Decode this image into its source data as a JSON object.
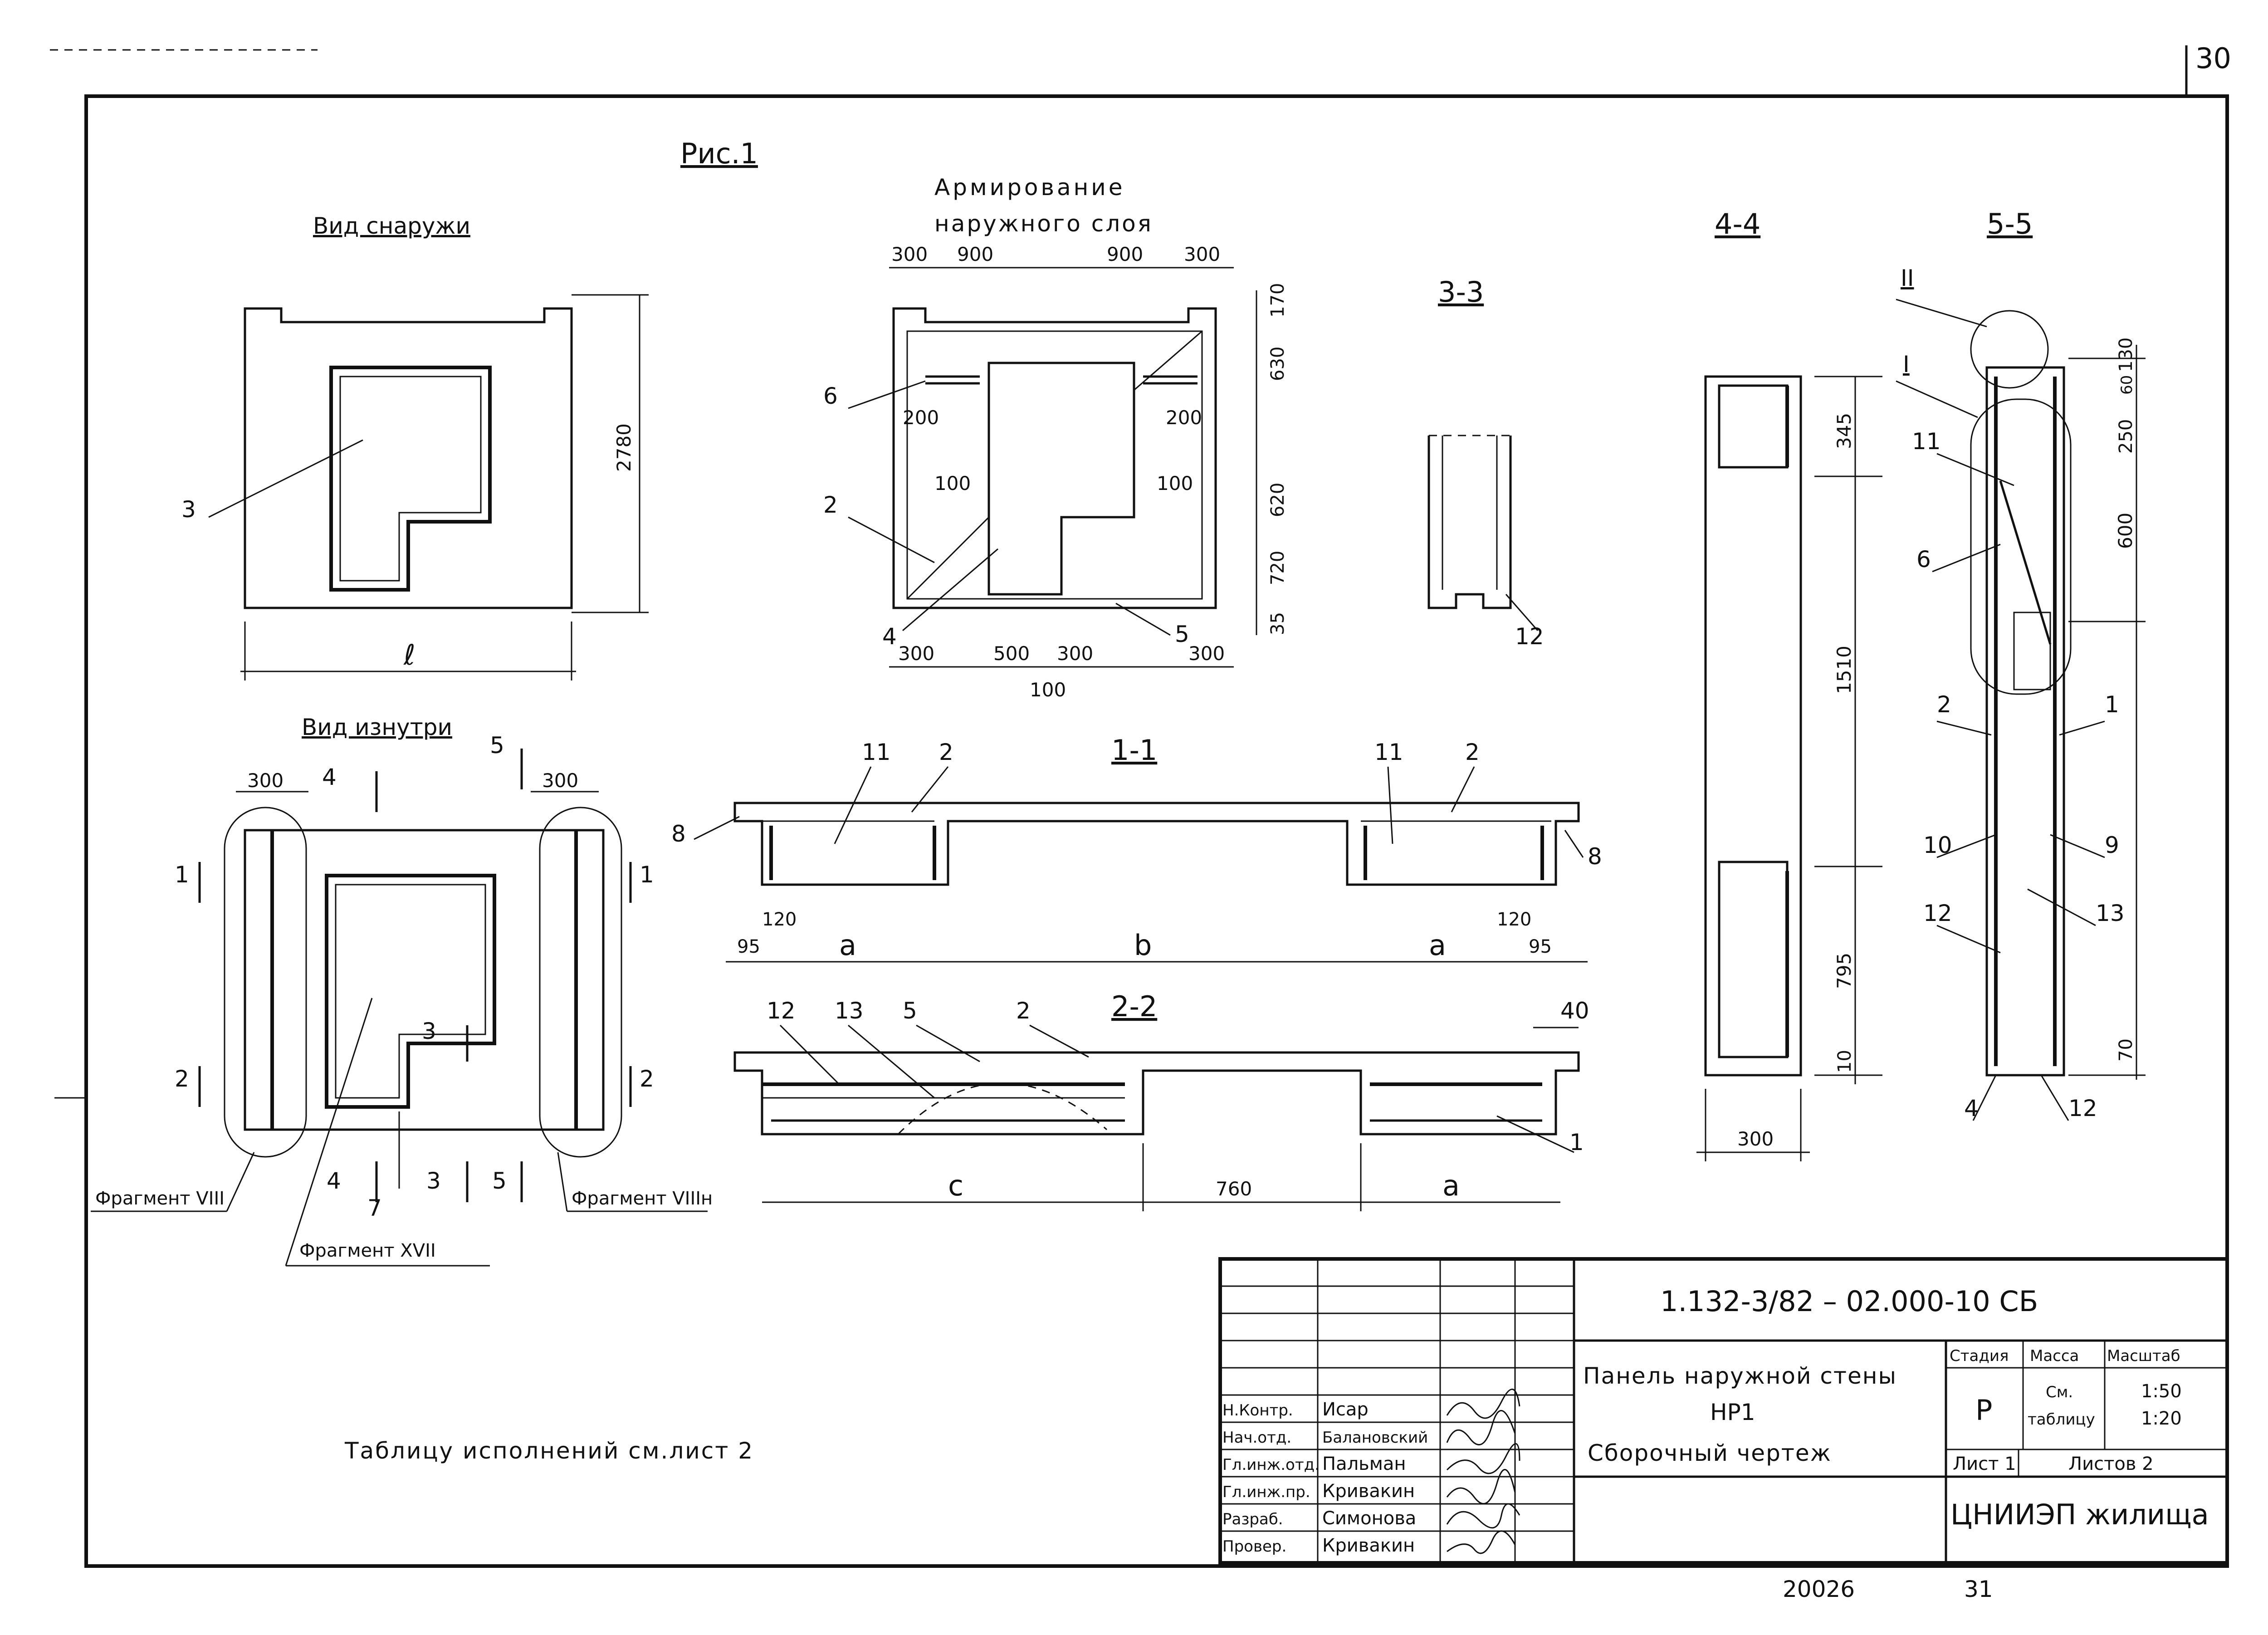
{
  "sheet": {
    "page_number": "30",
    "figure_title": "Рис.1",
    "bottom_left_number": "20026",
    "bottom_right_number": "31"
  },
  "views": {
    "outside": {
      "title": "Вид снаружи",
      "height_dim": "2780",
      "width_dim": "ℓ",
      "callout_3": "3"
    },
    "reinforcement": {
      "title_line1": "Армирование",
      "title_line2": "наружного слоя",
      "top_dims": [
        "300",
        "900",
        "900",
        "300"
      ],
      "right_dims": [
        "170",
        "630",
        "620",
        "720",
        "35"
      ],
      "bottom_dims": [
        "300",
        "500",
        "300",
        "300",
        "100"
      ],
      "inner_dims": [
        "200",
        "200",
        "100",
        "100"
      ],
      "callouts": [
        "6",
        "2",
        "4",
        "5"
      ]
    },
    "section_3_3": {
      "title": "3-3",
      "callout": "12"
    },
    "section_4_4": {
      "title": "4-4",
      "dims": [
        "345",
        "1510",
        "795",
        "10"
      ],
      "width_dim": "300"
    },
    "section_5_5": {
      "title": "5-5",
      "dims": [
        "130",
        "60",
        "250",
        "600",
        "70"
      ],
      "marks": [
        "II",
        "I"
      ],
      "callouts": [
        "11",
        "6",
        "2",
        "1",
        "10",
        "9",
        "12",
        "13",
        "4",
        "12"
      ]
    },
    "inside": {
      "title": "Вид изнутри",
      "dims": [
        "300",
        "300"
      ],
      "section_marks": [
        "4",
        "5",
        "1",
        "1",
        "2",
        "2",
        "3",
        "4",
        "3",
        "5",
        "7"
      ],
      "fragment_left": "Фрагмент VIII",
      "fragment_right": "Фрагмент VIIIн",
      "fragment_center": "Фрагмент XVII"
    },
    "section_1_1": {
      "title": "1-1",
      "callouts": [
        "11",
        "2",
        "11",
        "2",
        "8",
        "8"
      ],
      "dims": [
        "95",
        "120",
        "a",
        "b",
        "a",
        "120",
        "95"
      ]
    },
    "section_2_2": {
      "title": "2-2",
      "callouts": [
        "12",
        "13",
        "5",
        "2",
        "40",
        "1"
      ],
      "dims": [
        "c",
        "760",
        "a"
      ]
    }
  },
  "note": "Таблицу исполнений см.лист 2",
  "title_block": {
    "code": "1.132-3/82 – 02.000-10 СБ",
    "name_line1": "Панель наружной стены",
    "name_line2": "НР1",
    "name_line3": "Сборочный чертеж",
    "stage_header": "Стадия",
    "mass_header": "Масса",
    "scale_header": "Масштаб",
    "stage_value": "Р",
    "mass_value_line1": "См.",
    "mass_value_line2": "таблицу",
    "scale_value_line1": "1:50",
    "scale_value_line2": "1:20",
    "sheet_label": "Лист 1",
    "sheets_label": "Листов 2",
    "organization": "ЦНИИЭП жилища",
    "roles": [
      {
        "role": "Н.Контр.",
        "name": "Исар"
      },
      {
        "role": "Нач.отд.",
        "name": "Балановский"
      },
      {
        "role": "Гл.инж.отд.",
        "name": "Пальман"
      },
      {
        "role": "Гл.инж.пр.",
        "name": "Кривакин"
      },
      {
        "role": "Разраб.",
        "name": "Симонова"
      },
      {
        "role": "Провер.",
        "name": "Кривакин"
      }
    ]
  }
}
